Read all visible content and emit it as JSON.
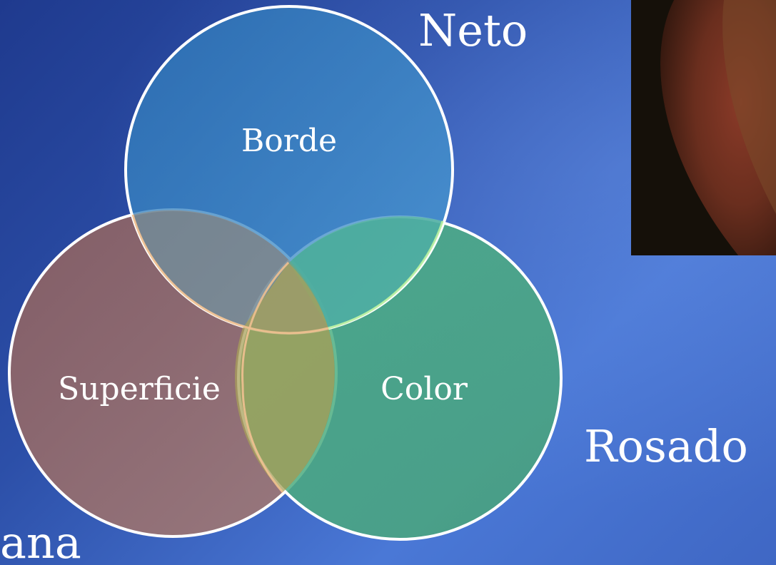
{
  "diagram": {
    "circles": [
      {
        "id": "borde",
        "label": "Borde",
        "color": "#3f8ec8"
      },
      {
        "id": "superficie",
        "label": "Superficie",
        "color": "#9a6a68"
      },
      {
        "id": "color",
        "label": "Color",
        "color": "#4aaa80"
      }
    ],
    "outer_labels": {
      "top_right": "Neto",
      "right": "Rosado",
      "bottom_left": "ana"
    }
  },
  "photo": {
    "icon": "clinical-photo-thumbnail"
  }
}
